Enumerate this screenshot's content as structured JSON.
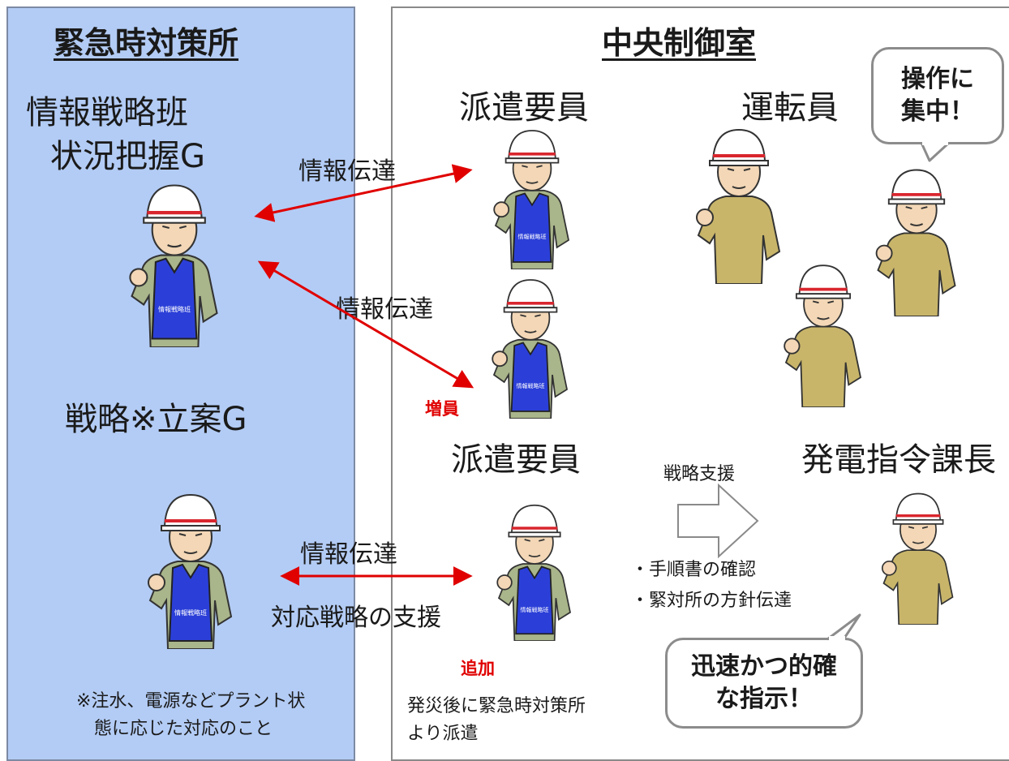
{
  "left_panel": {
    "title": "緊急時対策所",
    "group1_line1": "情報戦略班",
    "group1_line2": "状況把握G",
    "group2": "戦略※立案G",
    "footnote_line1": "※注水、電源などプラント状",
    "footnote_line2": "態に応じた対応のこと"
  },
  "right_panel": {
    "title": "中央制御室",
    "dispatch_label_1": "派遣要員",
    "dispatch_label_2": "派遣要員",
    "operators_label": "運転員",
    "manager_label": "発電指令課長",
    "increase_label": "増員",
    "add_label": "追加",
    "dispatch_note_line1": "発災後に緊急時対策所",
    "dispatch_note_line2": "より派遣",
    "strategy_support": "戦略支援",
    "bullet1": "・手順書の確認",
    "bullet2": "・緊対所の方針伝達"
  },
  "arrows": {
    "info1": "情報伝達",
    "info2": "情報伝達",
    "info3": "情報伝達",
    "support": "対応戦略の支援"
  },
  "callouts": {
    "focus_line1": "操作に",
    "focus_line2": "集中！",
    "instruct_line1": "迅速かつ的確",
    "instruct_line2": "な指示！"
  },
  "vest_text": "情報戦略班",
  "colors": {
    "left_bg": "#b3ccf5",
    "arrow": "#e00000",
    "vest": "#2b3fd8",
    "uniform": "#c8b56a",
    "helmet_stripe": "#d9262e"
  }
}
